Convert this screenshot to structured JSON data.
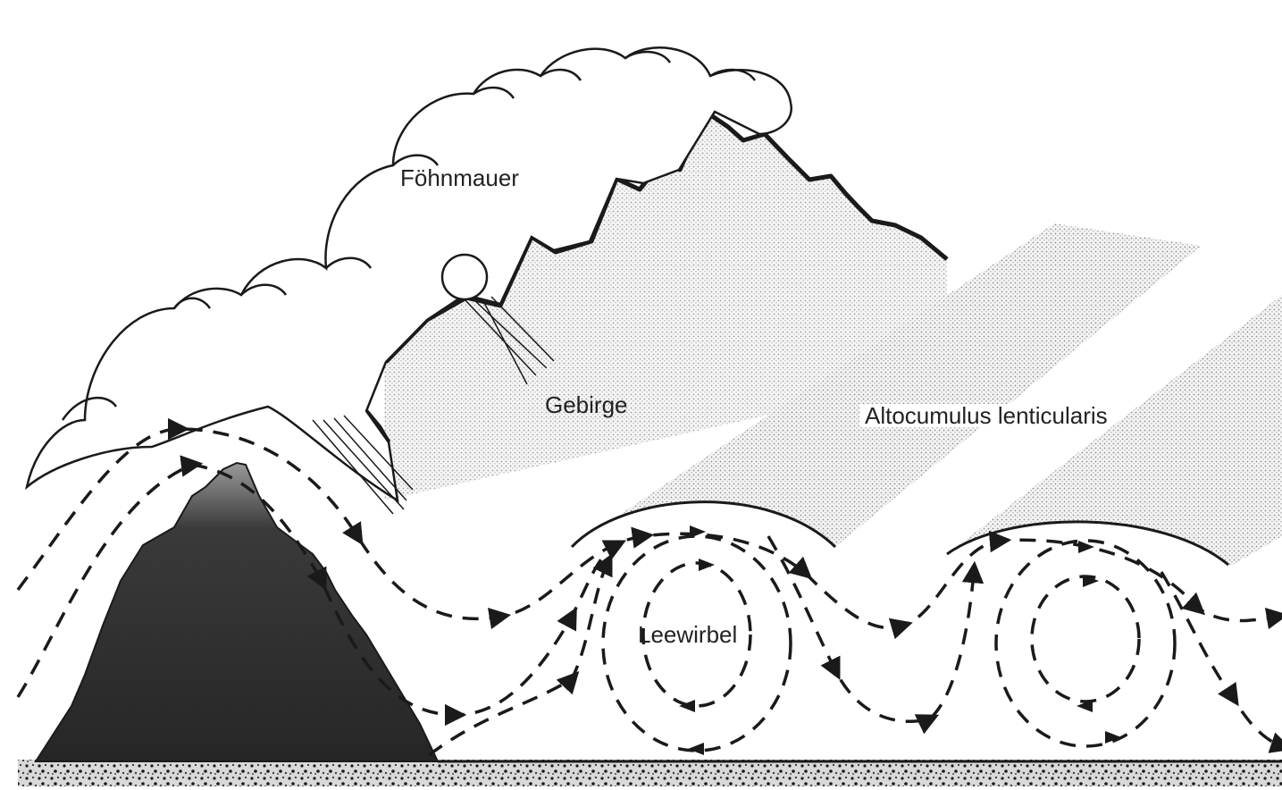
{
  "labels": {
    "foehnwall": "Föhnmauer",
    "mountains": "Gebirge",
    "lenticular": "Altocumulus lenticularis",
    "lee_vortex": "Leewirbel"
  },
  "colors": {
    "ink": "#1a1a1a",
    "paper": "#ffffff",
    "mountain_dark": "#2b2b2b",
    "hatch": "#bdbdbd"
  }
}
